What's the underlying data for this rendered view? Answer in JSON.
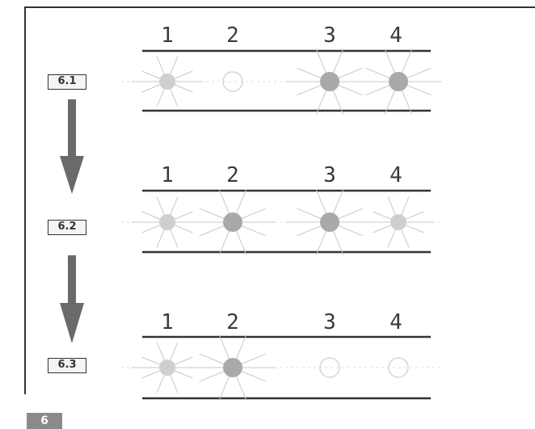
{
  "steps": [
    {
      "label": "6.1",
      "numbers": [
        "1",
        "2",
        "3",
        "4"
      ],
      "lamps": [
        "dim",
        "off",
        "on",
        "on"
      ]
    },
    {
      "label": "6.2",
      "numbers": [
        "1",
        "2",
        "3",
        "4"
      ],
      "lamps": [
        "dim",
        "on",
        "on",
        "dim"
      ]
    },
    {
      "label": "6.3",
      "numbers": [
        "1",
        "2",
        "3",
        "4"
      ],
      "lamps": [
        "dim",
        "on",
        "off",
        "off"
      ]
    }
  ],
  "figure_label": "6",
  "colors": {
    "line": "#333333",
    "lamp_on": "#a9a9a9",
    "lamp_dim": "#cfcfcf",
    "ray": "#c8c8c8",
    "arrow": "#6a6a6a"
  }
}
